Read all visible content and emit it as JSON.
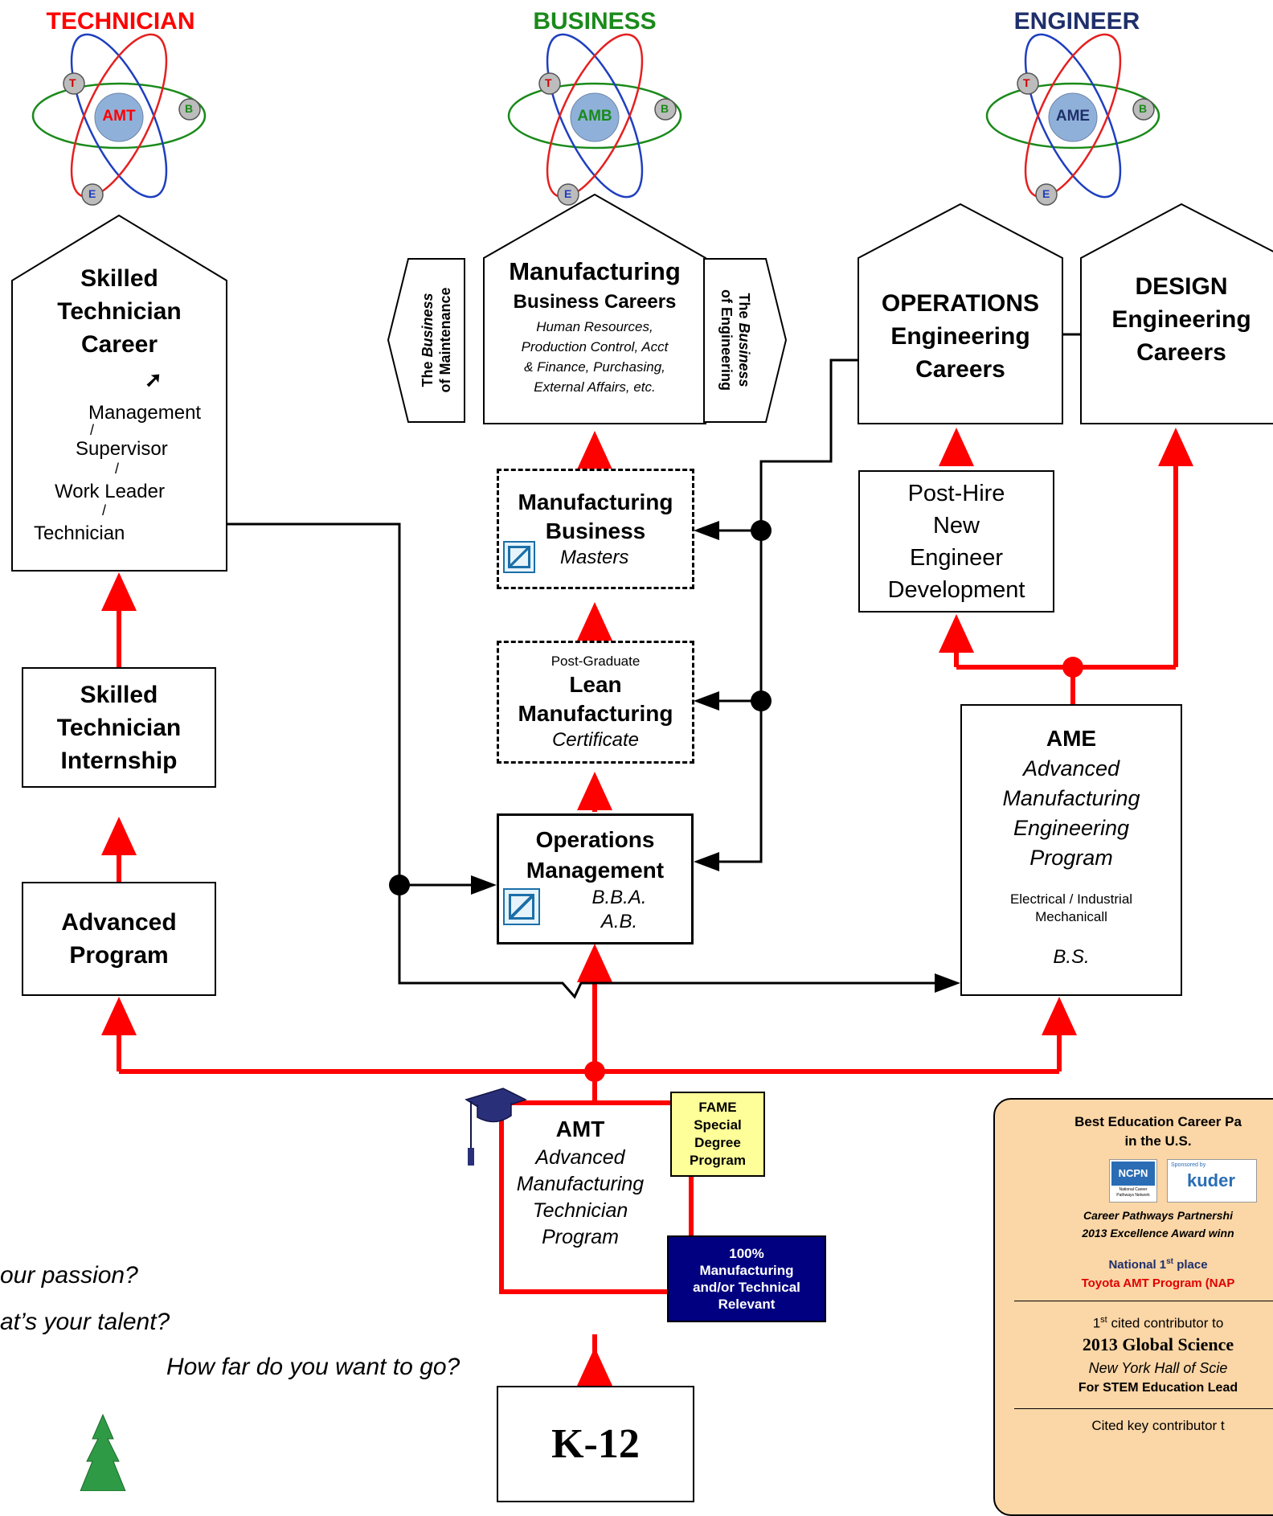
{
  "headers": {
    "technician": "TECHNICIAN",
    "business": "BUSINESS",
    "engineer": "ENGINEER"
  },
  "atoms": {
    "technician": {
      "center": "AMT",
      "t": "T",
      "b": "B",
      "e": "E"
    },
    "business": {
      "center": "AMB",
      "t": "T",
      "b": "B",
      "e": "E"
    },
    "engineer": {
      "center": "AME",
      "t": "T",
      "b": "B",
      "e": "E"
    }
  },
  "technician_career": {
    "title_1": "Skilled",
    "title_2": "Technician",
    "title_3": "Career",
    "ladder": [
      "Management",
      "Supervisor",
      "Work Leader",
      "Technician"
    ]
  },
  "technician_internship": {
    "line_1": "Skilled",
    "line_2": "Technician",
    "line_3": "Internship"
  },
  "advanced_program": {
    "line_1": "Advanced",
    "line_2": "Program"
  },
  "business_careers": {
    "title": "Manufacturing",
    "subtitle": "Business Careers",
    "desc_1": "Human Resources,",
    "desc_2": "Production Control, Acct",
    "desc_3": "& Finance, Purchasing,",
    "desc_4": "External Affairs, etc."
  },
  "business_of_maintenance": {
    "line_1a": "The ",
    "line_1b": "Business",
    "line_2": "of Maintenance"
  },
  "business_of_engineering": {
    "line_1a": "The ",
    "line_1b": "Business",
    "line_2": "of Engineering"
  },
  "masters": {
    "line_1": "Manufacturing",
    "line_2": "Business",
    "line_3": "Masters"
  },
  "lean": {
    "line_0": "Post-Graduate",
    "line_1": "Lean",
    "line_2": "Manufacturing",
    "line_3": "Certificate"
  },
  "ops_mgmt": {
    "line_1": "Operations",
    "line_2": "Management",
    "line_3": "B.B.A.",
    "line_4": "A.B."
  },
  "ops_eng": {
    "line_1": "OPERATIONS",
    "line_2": "Engineering",
    "line_3": "Careers"
  },
  "design_eng": {
    "line_1": "DESIGN",
    "line_2": "Engineering",
    "line_3": "Careers"
  },
  "post_hire": {
    "line_1": "Post-Hire",
    "line_2": "New",
    "line_3": "Engineer",
    "line_4": "Development"
  },
  "ame": {
    "line_1": "AME",
    "line_2": "Advanced",
    "line_3": "Manufacturing",
    "line_4": "Engineering",
    "line_5": "Program",
    "line_6": "Electrical / Industrial",
    "line_7": "Mechanicall",
    "line_8": "B.S."
  },
  "amt": {
    "line_1": "AMT",
    "line_2": "Advanced",
    "line_3": "Manufacturing",
    "line_4": "Technician",
    "line_5": "Program"
  },
  "fame": {
    "line_1": "FAME",
    "line_2": "Special",
    "line_3": "Degree",
    "line_4": "Program"
  },
  "relevant": {
    "line_1": "100%",
    "line_2": "Manufacturing",
    "line_3": "and/or Technical",
    "line_4": "Relevant"
  },
  "k12": {
    "label": "K-12"
  },
  "questions": {
    "q1": "our passion?",
    "q2": "at’s your talent?",
    "q3": "How far do you want to go?"
  },
  "award": {
    "title_1": "Best Education Career Pa",
    "title_2": "in the U.S.",
    "ncpn": "NCPN",
    "ncpn_sub": "National Career Pathways Network",
    "sponsored": "Sponsored by",
    "kuder": "kuder",
    "caption_1": "Career Pathways Partnershi",
    "caption_2": "2013 Excellence Award winn",
    "nat_1": "National 1",
    "nat_sup": "st",
    "nat_2": " place",
    "toyota": "Toyota AMT Program (NAP",
    "cited_sup": "st",
    "cited_1": "1",
    "cited_2": " cited contributor to",
    "gsa": "2013 Global Science",
    "nyhs": "New York Hall of Scie",
    "stem": "For STEM Education Lead",
    "cited_key": "Cited key contributor t"
  },
  "colors": {
    "technician": "#ff0000",
    "business": "#1a8a1a",
    "engineer": "#1f2f6b",
    "red_arrow": "#ff0000",
    "fame_fill": "#ffff99",
    "relevant_fill": "#000080",
    "award_fill": "#fbd6a6"
  }
}
